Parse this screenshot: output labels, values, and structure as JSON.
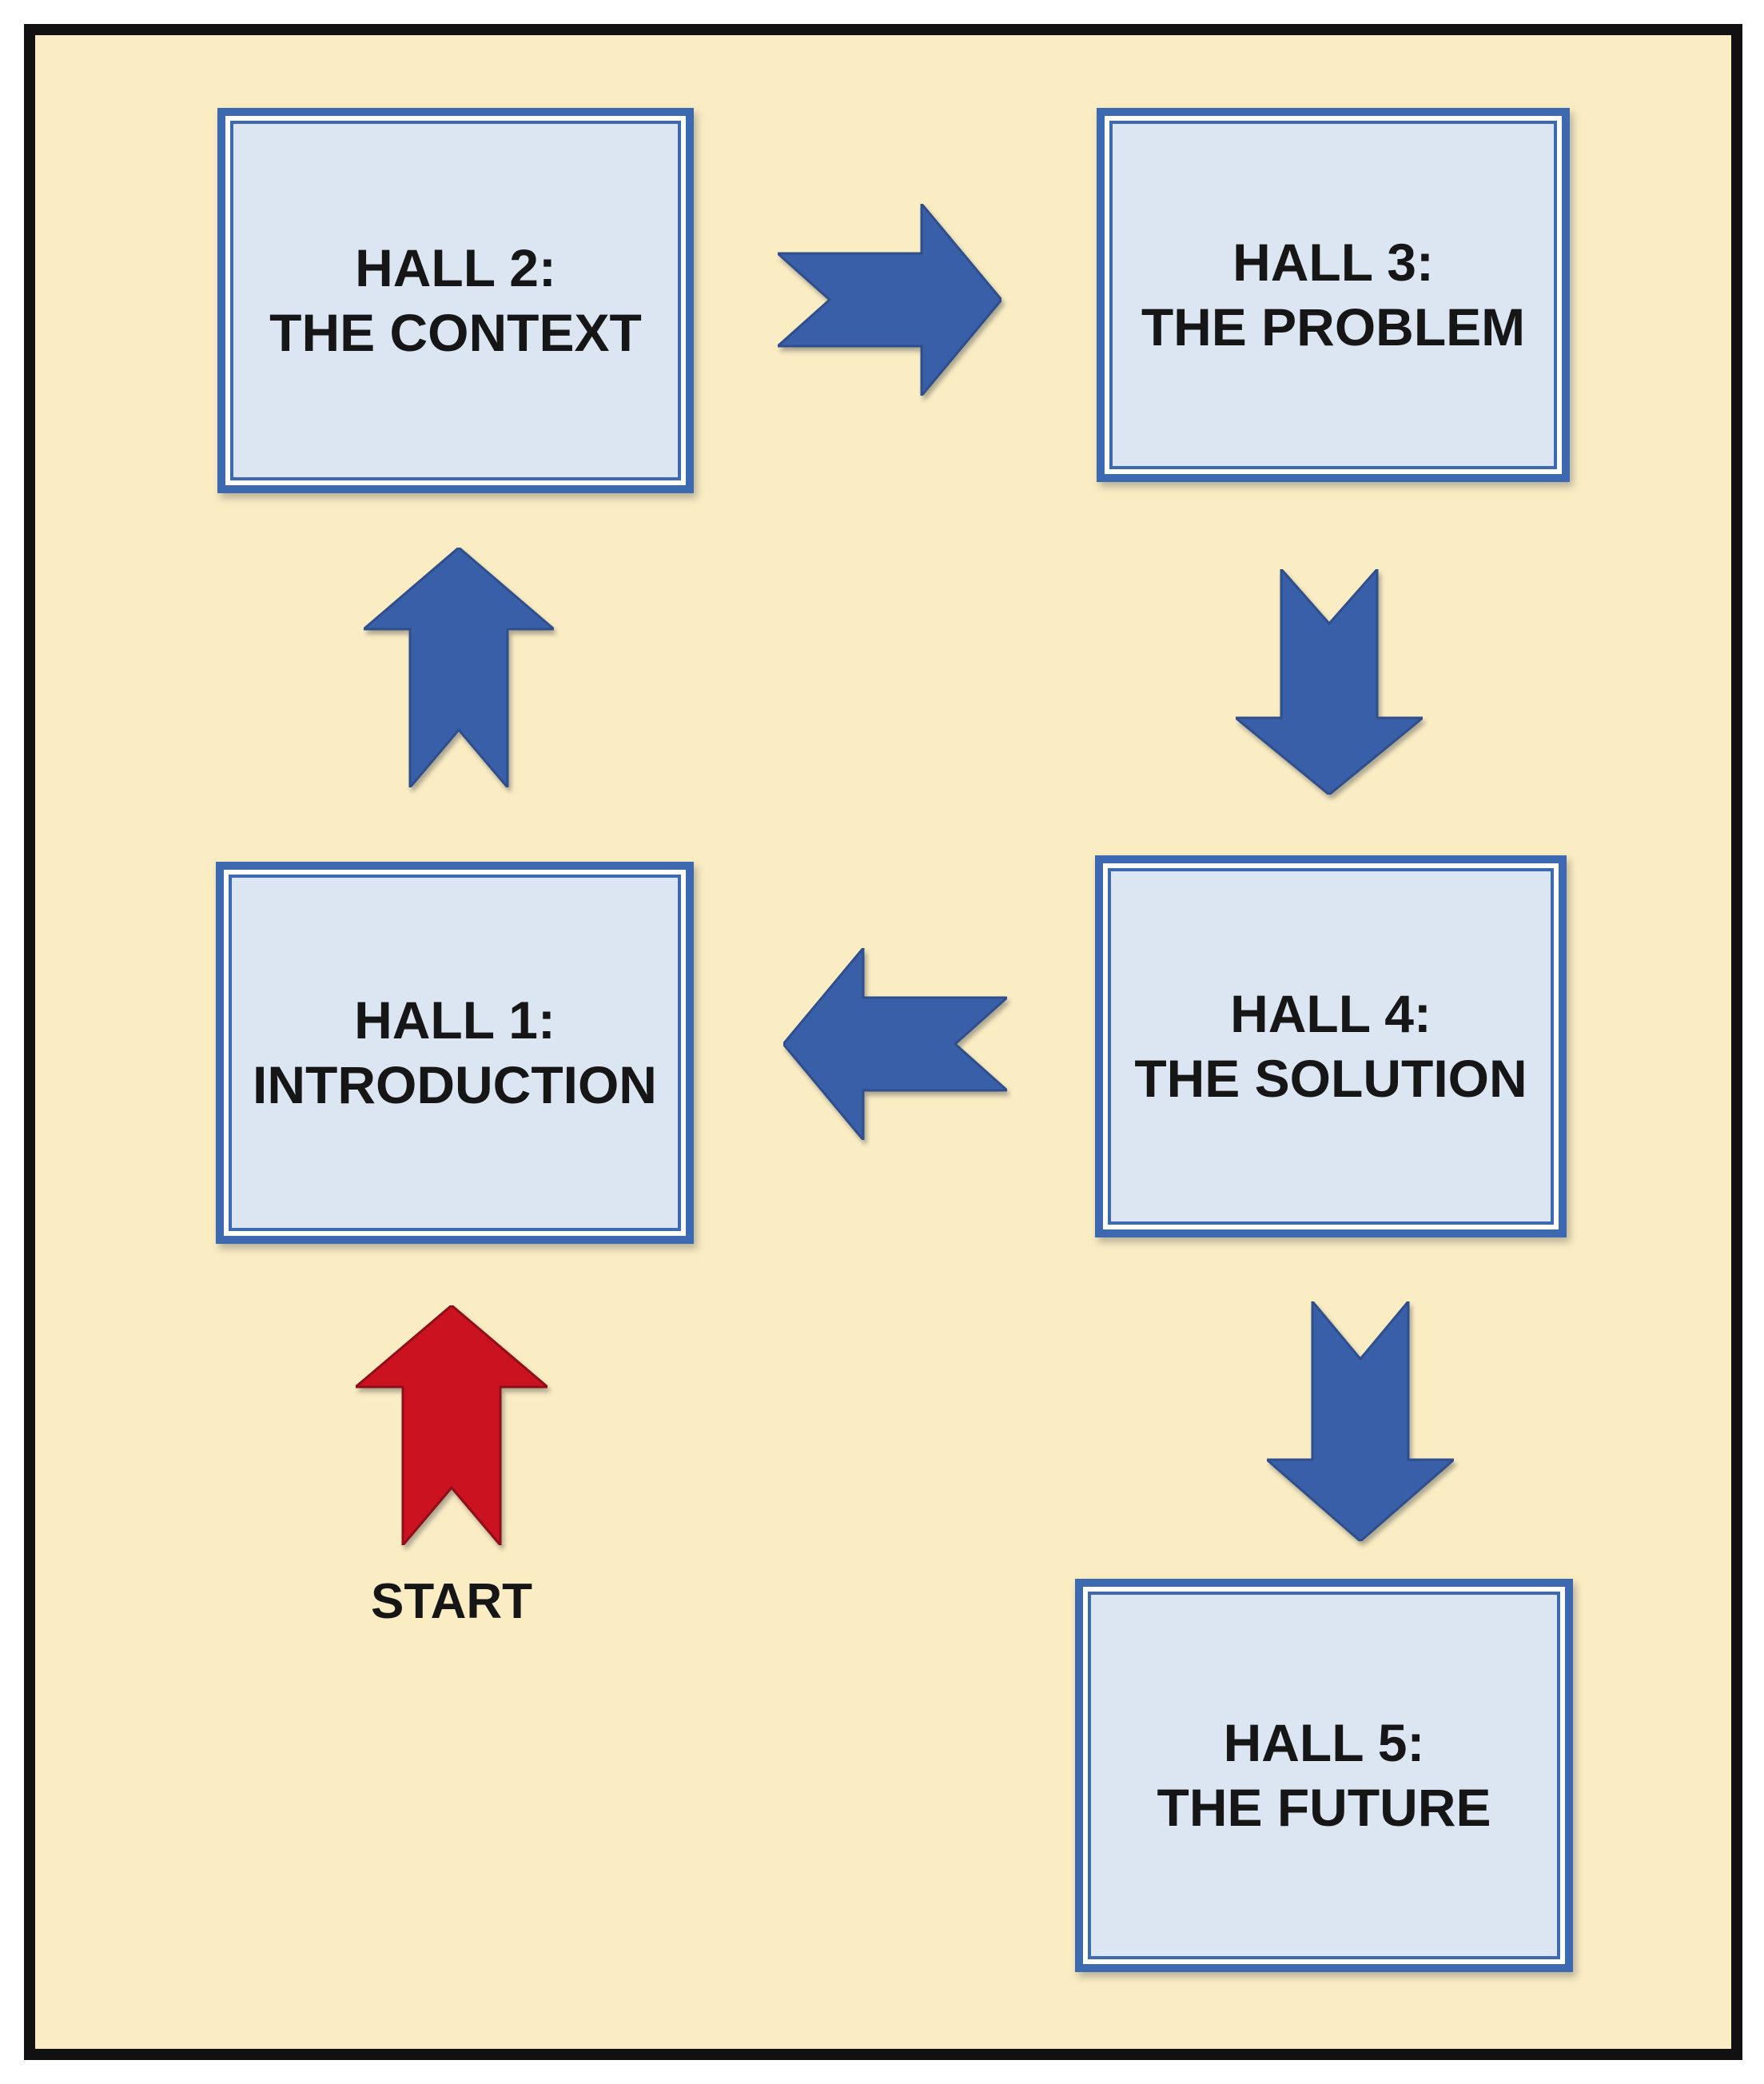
{
  "diagram": {
    "colors": {
      "bg": "#FAEDC4",
      "frame": "#111111",
      "box_fill": "#DCE6F2",
      "box_border": "#3D69B1",
      "arrow_blue": "#3A5FA9",
      "arrow_red": "#CB1220",
      "text": "#161616"
    },
    "halls": [
      {
        "id": "hall1",
        "line1": "HALL 1:",
        "line2": "INTRODUCTION"
      },
      {
        "id": "hall2",
        "line1": "HALL 2:",
        "line2": "THE CONTEXT"
      },
      {
        "id": "hall3",
        "line1": "HALL 3:",
        "line2": "THE PROBLEM"
      },
      {
        "id": "hall4",
        "line1": "HALL 4:",
        "line2": "THE SOLUTION"
      },
      {
        "id": "hall5",
        "line1": "HALL 5:",
        "line2": "THE FUTURE"
      }
    ],
    "arrows": [
      {
        "name": "start-to-hall1",
        "color": "red",
        "direction": "up"
      },
      {
        "name": "hall1-to-hall2",
        "color": "blue",
        "direction": "up"
      },
      {
        "name": "hall2-to-hall3",
        "color": "blue",
        "direction": "right"
      },
      {
        "name": "hall3-to-hall4",
        "color": "blue",
        "direction": "down"
      },
      {
        "name": "hall4-to-hall1",
        "color": "blue",
        "direction": "left"
      },
      {
        "name": "hall4-to-hall5",
        "color": "blue",
        "direction": "down"
      }
    ],
    "start_label": "START"
  }
}
